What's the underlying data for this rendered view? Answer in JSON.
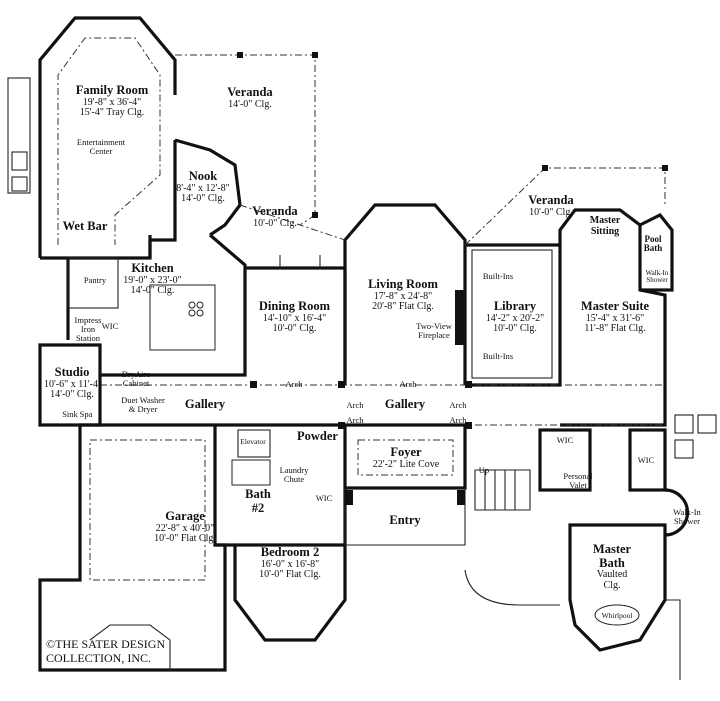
{
  "rooms": {
    "family_room": {
      "name": "Family Room",
      "dims": "19'-8\" x 36'-4\"",
      "ceiling": "15'-4\" Tray Clg."
    },
    "veranda_left": {
      "name": "Veranda",
      "ceiling": "14'-0\" Clg."
    },
    "nook": {
      "name": "Nook",
      "dims": "8'-4\" x 12'-8\"",
      "ceiling": "14'-0\" Clg."
    },
    "veranda_mid": {
      "name": "Veranda",
      "ceiling": "10'-0\" Clg."
    },
    "veranda_right": {
      "name": "Veranda",
      "ceiling": "10'-0\" Clg."
    },
    "wet_bar": {
      "name": "Wet Bar"
    },
    "kitchen": {
      "name": "Kitchen",
      "dims": "19'-0\" x 23'-0\"",
      "ceiling": "14'-0\" Clg."
    },
    "dining_room": {
      "name": "Dining Room",
      "dims": "14'-10\" x 16'-4\"",
      "ceiling": "10'-0\" Clg."
    },
    "living_room": {
      "name": "Living Room",
      "dims": "17'-8\" x 24'-8\"",
      "ceiling": "20'-8\" Flat Clg."
    },
    "library": {
      "name": "Library",
      "dims": "14'-2\" x 20'-2\"",
      "ceiling": "10'-0\" Clg."
    },
    "master_suite": {
      "name": "Master Suite",
      "dims": "15'-4\" x 31'-6\"",
      "ceiling": "11'-8\" Flat Clg."
    },
    "studio": {
      "name": "Studio",
      "dims": "10'-6\" x 11'-4\"",
      "ceiling": "14'-0\" Clg."
    },
    "gallery_left": {
      "name": "Gallery"
    },
    "gallery_center": {
      "name": "Gallery"
    },
    "powder": {
      "name": "Powder"
    },
    "foyer": {
      "name": "Foyer",
      "ceiling": "22'-2\" Lite Cove"
    },
    "entry": {
      "name": "Entry"
    },
    "garage": {
      "name": "Garage",
      "dims": "22'-8\" x 40'-0\"",
      "ceiling": "10'-0\" Flat Clg."
    },
    "bath2": {
      "name": "Bath",
      "num": "#2"
    },
    "bedroom2": {
      "name": "Bedroom 2",
      "dims": "16'-0\" x 16'-8\"",
      "ceiling": "10'-0\" Flat Clg."
    },
    "master_bath": {
      "name": "Master",
      "name2": "Bath",
      "ceiling": "Vaulted",
      "ceiling2": "Clg."
    }
  },
  "notes": {
    "master_sitting": "Master\nSitting",
    "pool_bath": "Pool\nBath",
    "walkin_shower_top": "Walk-In\nShower",
    "entertainment": "Entertainment\nCenter",
    "pantry": "Pantry",
    "impress": "Impress\nIron\nStation",
    "wic_kitchen": "WIC",
    "dryaire": "DryAire\nCabinet",
    "duet": "Duet Washer\n& Dryer",
    "sink": "Sink",
    "spa": "Spa",
    "builtins_top": "Built-Ins",
    "builtins_bottom": "Built-Ins",
    "two_view": "Two-View\nFireplace",
    "arch_dining": "Arch",
    "arch_living": "Arch",
    "arch_left": "Arch",
    "arch_right": "Arch",
    "arch_lower_left": "Arch",
    "arch_lower_right": "Arch",
    "elevator": "Elevator",
    "laundry_chute": "Laundry\nChute",
    "wic_bed2": "WIC",
    "up": "Up",
    "wic_master": "WIC",
    "personal_valet": "Personal\nValet",
    "wic_master_right": "WIC",
    "walkin_shower": "Walk-In\nShower",
    "whirlpool": "Whirlpool"
  },
  "copyright": {
    "line1": "©THE SATER DESIGN",
    "line2": "COLLECTION, INC."
  }
}
